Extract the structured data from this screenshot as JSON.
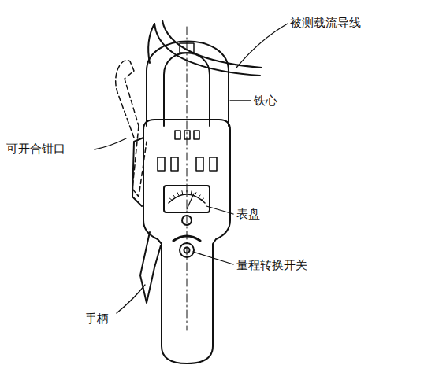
{
  "diagram": {
    "labels": [
      "被测载流导线",
      "铁心",
      "可开合钳口",
      "表盘",
      "量程转换开关",
      "手柄"
    ]
  }
}
